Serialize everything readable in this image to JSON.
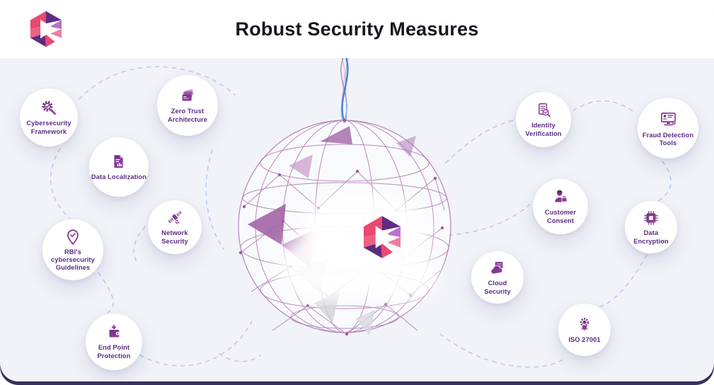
{
  "page": {
    "title": "Robust Security Measures"
  },
  "header": {
    "logo": "brand-hexagon-logo"
  },
  "center": {
    "logo": "brand-hexagon-logo",
    "graphic": "geodesic-sphere-hanging-on-strings"
  },
  "badges": [
    {
      "id": "cybersecurity-framework",
      "label": "Cybersecurity\nFramework",
      "icon": "gear-check-magnifier-icon"
    },
    {
      "id": "data-localization",
      "label": "Data Localization",
      "icon": "document-chart-icon"
    },
    {
      "id": "zero-trust-architecture",
      "label": "Zero Trust\nArchitecture",
      "icon": "stacked-cards-icon"
    },
    {
      "id": "network-security",
      "label": "Network\nSecurity",
      "icon": "satellite-icon"
    },
    {
      "id": "rbi-cybersecurity-guidelines",
      "label": "RBI's\ncybersecurity\nGuidelines",
      "icon": "pin-check-icon"
    },
    {
      "id": "end-point-protection",
      "label": "End Point\nProtection",
      "icon": "wallet-arrow-icon"
    },
    {
      "id": "identity-verification",
      "label": "Identity\nVerification",
      "icon": "document-verify-icon"
    },
    {
      "id": "fraud-detection-tools",
      "label": "Fraud Detection\nTools",
      "icon": "monitor-id-icon"
    },
    {
      "id": "customer-consent",
      "label": "Customer\nConsent",
      "icon": "person-briefcase-icon"
    },
    {
      "id": "data-encryption",
      "label": "Data\nEncryption",
      "icon": "chip-icon"
    },
    {
      "id": "cloud-security",
      "label": "Cloud\nSecurity",
      "icon": "cloud-server-icon"
    },
    {
      "id": "iso-27001",
      "label": "ISO 27001",
      "icon": "medal-ribbon-icon"
    }
  ],
  "colors": {
    "title_text": "#17171f",
    "label_purple": "#5b2d84",
    "icon_purple": "#5f2b86",
    "icon_magenta": "#a8439b",
    "brand_pink": "#e9486f",
    "brand_dark_purple": "#5c2b80",
    "brand_light_purple": "#bb72cc",
    "canvas_bg": "#f1f3f8",
    "header_bg": "#ffffff",
    "bottom_band": "#38305e",
    "dashed_line": "#b9cdea",
    "sphere_wire": "#b286b8",
    "string_blue": "#3e7fd6",
    "string_pink": "#c98fc0"
  }
}
